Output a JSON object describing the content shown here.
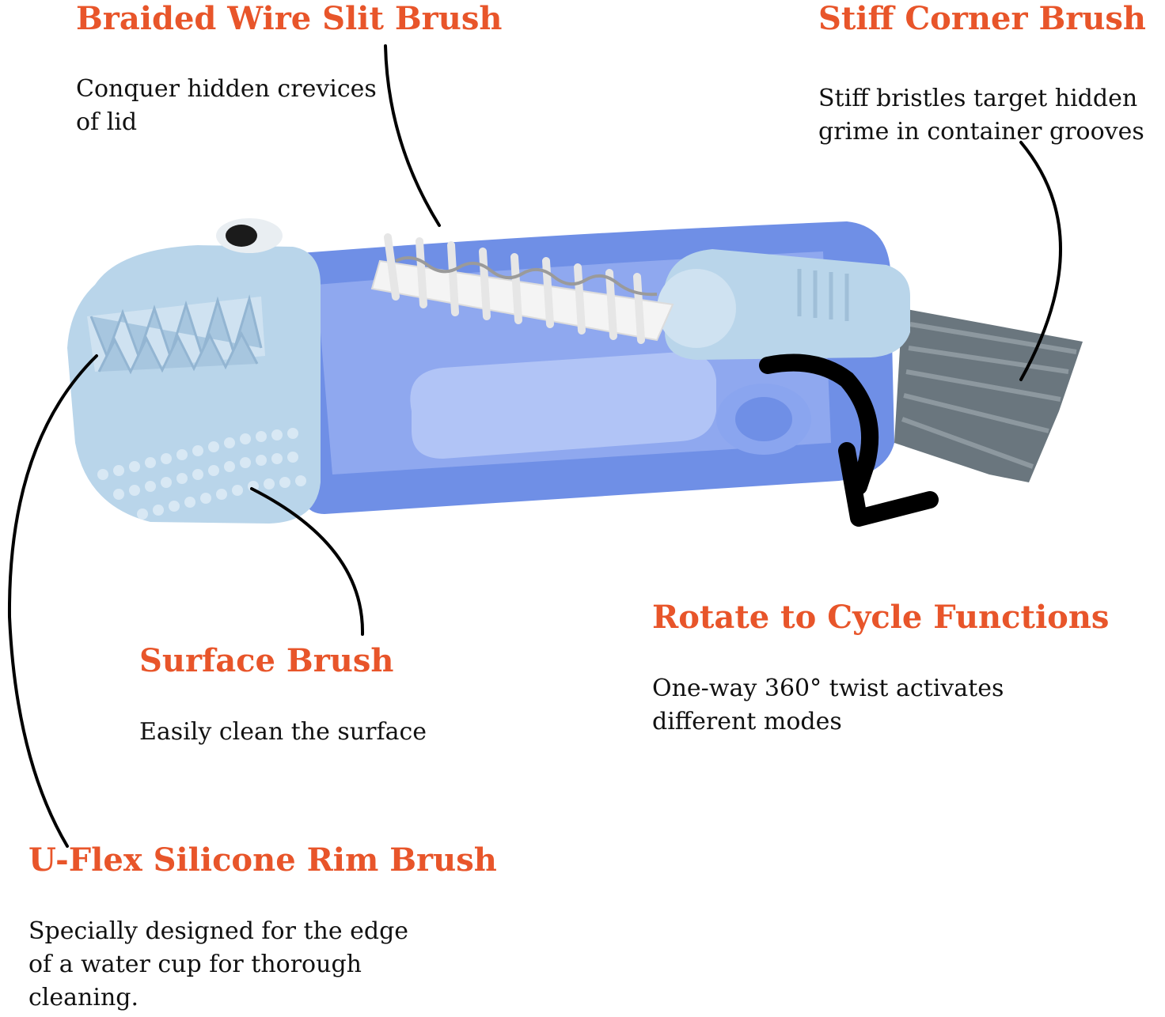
{
  "colors": {
    "title": "#e8552a",
    "text": "#111111",
    "handle": "#5b7fe0",
    "handle_light": "#9fb6f4",
    "silicone": "#b9d5ea",
    "bristle_white": "#f4f4f4",
    "bristle_gray": "#5f6b73",
    "leader": "#000000"
  },
  "features": [
    {
      "id": "braided-wire-slit-brush",
      "title": "Braided Wire Slit Brush",
      "desc_lines": [
        "Conquer hidden crevices",
        "of lid"
      ]
    },
    {
      "id": "stiff-corner-brush",
      "title": "Stiff Corner Brush",
      "desc_lines": [
        "Stiff bristles target hidden",
        "grime in container grooves"
      ]
    },
    {
      "id": "surface-brush",
      "title": "Surface Brush",
      "desc_lines": [
        "Easily clean the surface"
      ]
    },
    {
      "id": "rotate-to-cycle-functions",
      "title": "Rotate to Cycle Functions",
      "desc_lines": [
        "One-way 360° twist activates",
        "different modes"
      ]
    },
    {
      "id": "u-flex-silicone-rim-brush",
      "title": "U-Flex Silicone Rim Brush",
      "desc_lines": [
        "Specially designed for the edge",
        "of a water cup for thorough",
        "cleaning."
      ]
    }
  ]
}
